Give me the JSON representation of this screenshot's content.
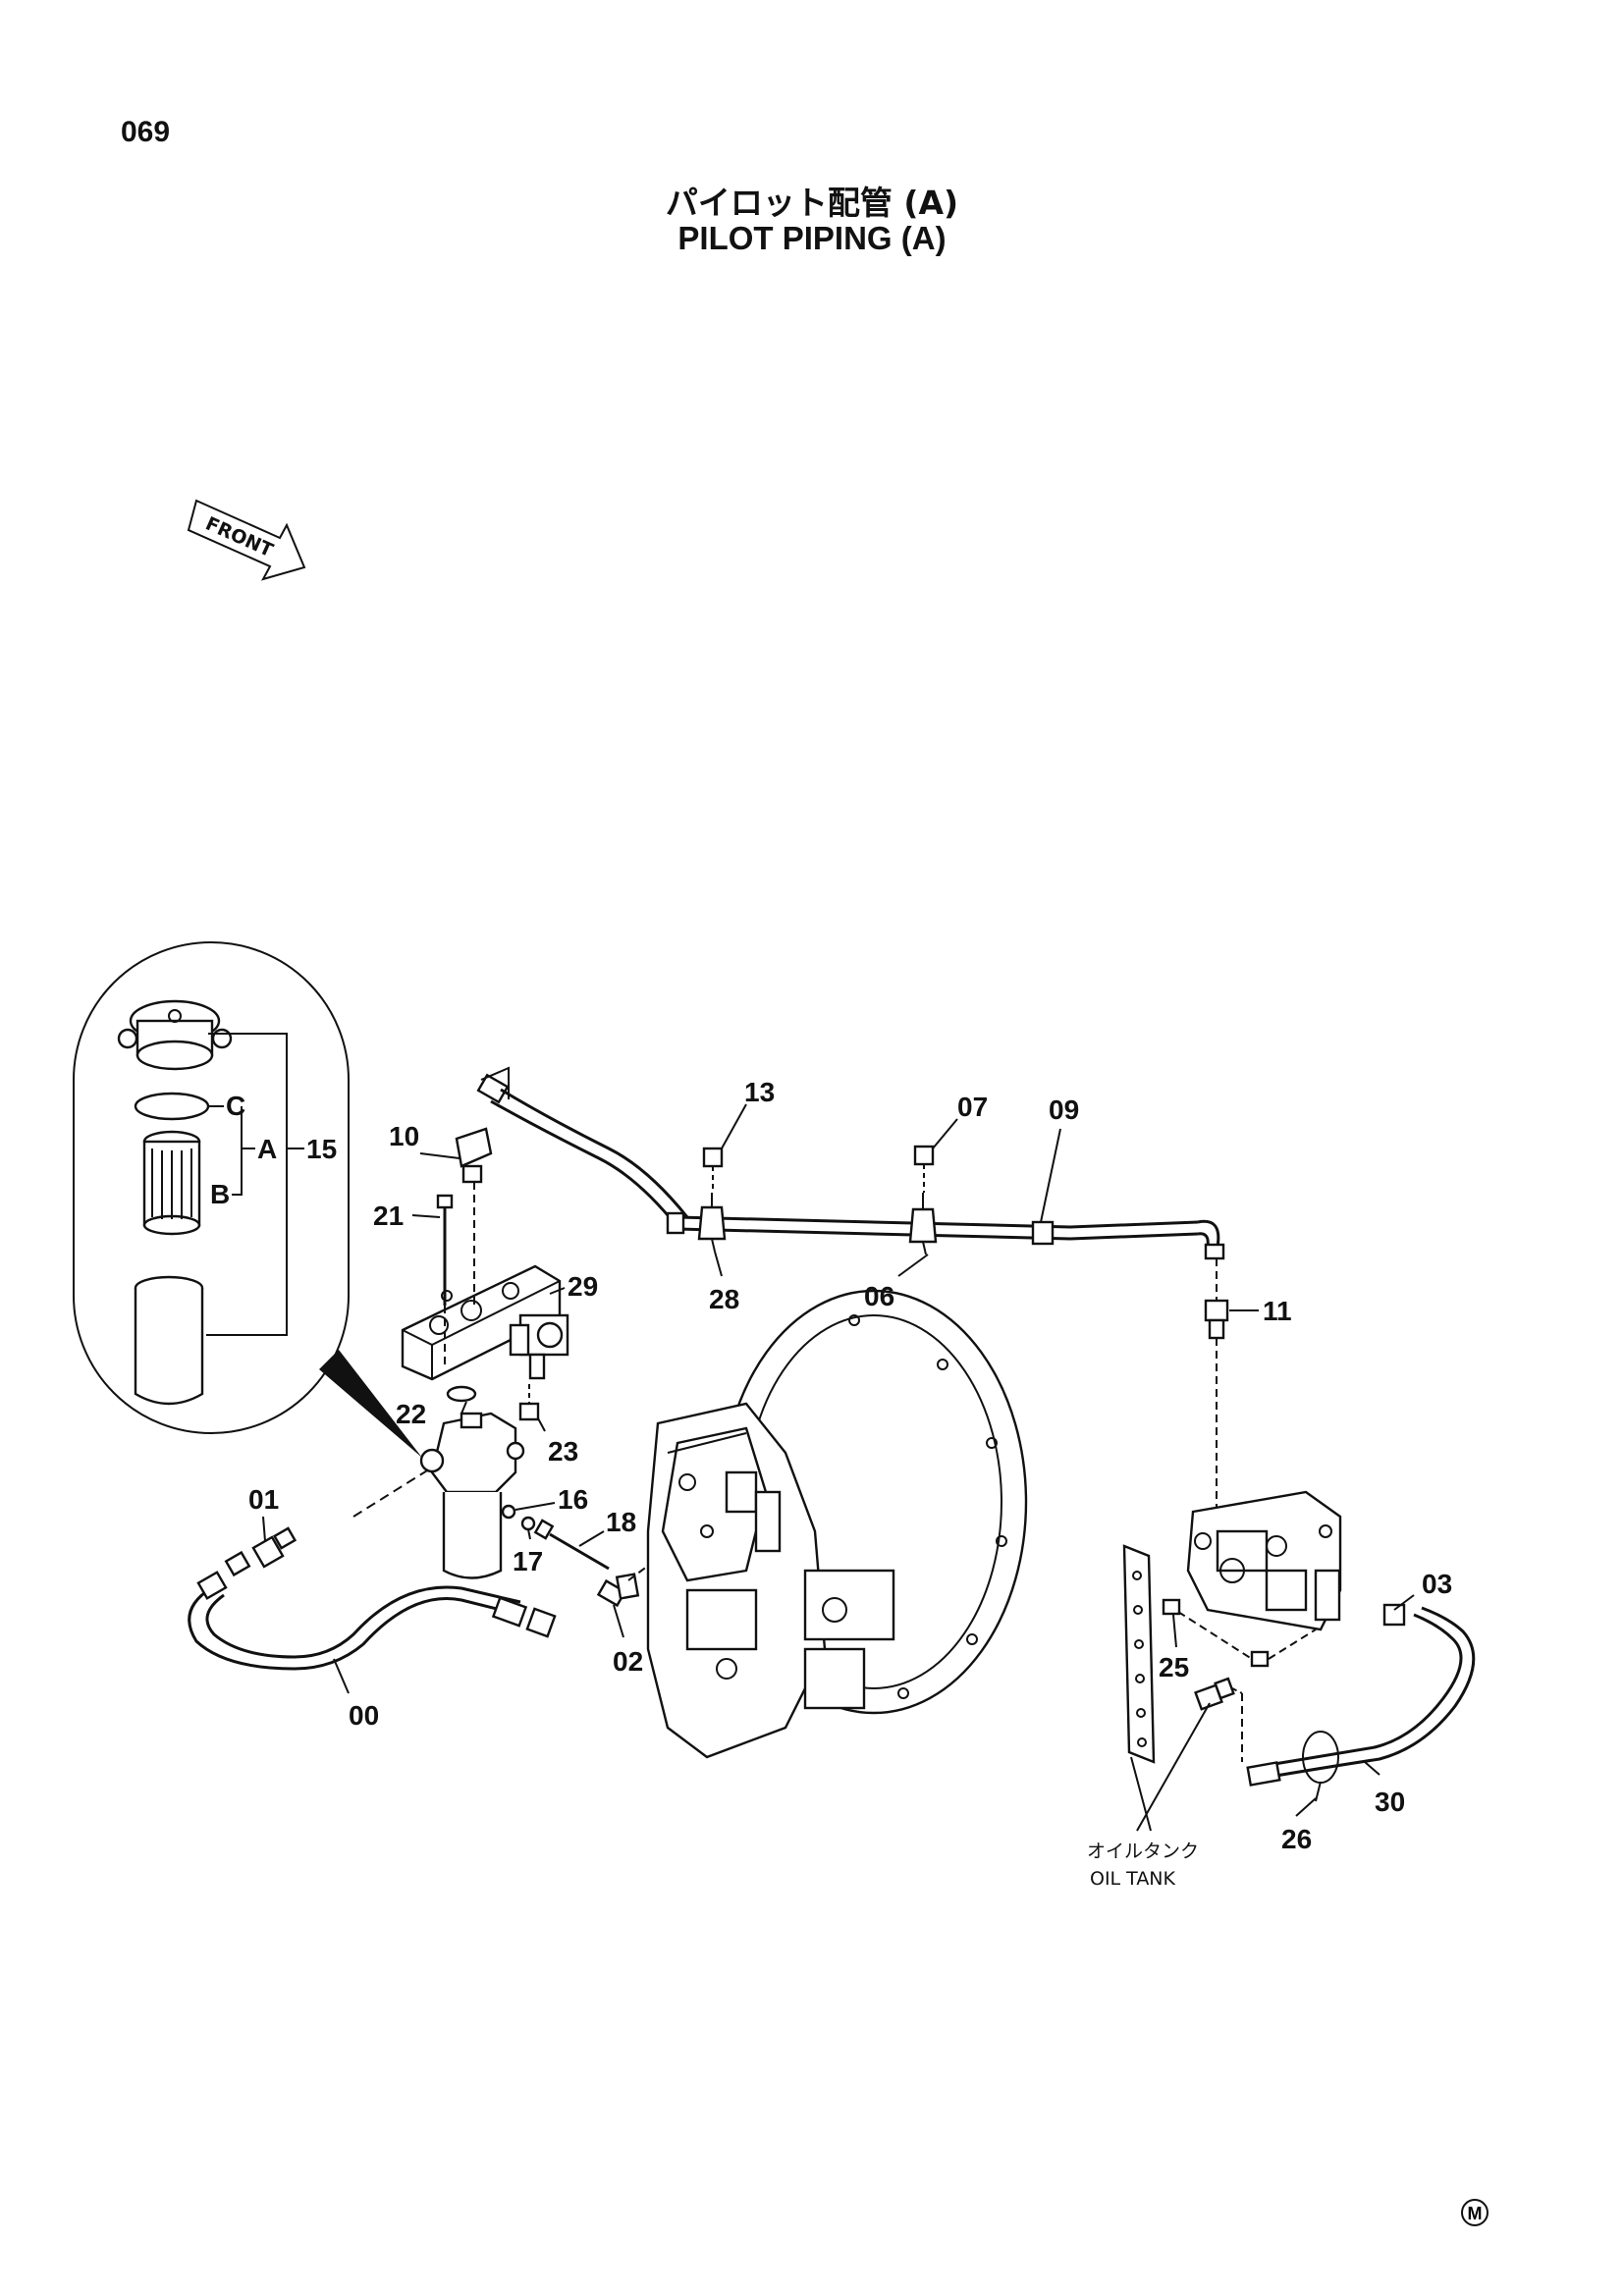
{
  "page_number": "069",
  "title_jp": "パイロット配管 (A)",
  "title_en": "PILOT PIPING (A)",
  "front_arrow_label": "FRONT",
  "oil_tank_jp": "オイルタンク",
  "oil_tank_en": "OIL TANK",
  "corner_mark": "M",
  "filter_detail": {
    "label_a": "A",
    "label_b": "B",
    "label_c": "C",
    "label_15": "15"
  },
  "part_callouts": {
    "p00": "00",
    "p01": "01",
    "p02": "02",
    "p03": "03",
    "p06": "06",
    "p07": "07",
    "p09": "09",
    "p10": "10",
    "p11": "11",
    "p13": "13",
    "p16": "16",
    "p17": "17",
    "p18": "18",
    "p21": "21",
    "p22": "22",
    "p23": "23",
    "p25": "25",
    "p26": "26",
    "p28": "28",
    "p29": "29",
    "p30": "30"
  }
}
